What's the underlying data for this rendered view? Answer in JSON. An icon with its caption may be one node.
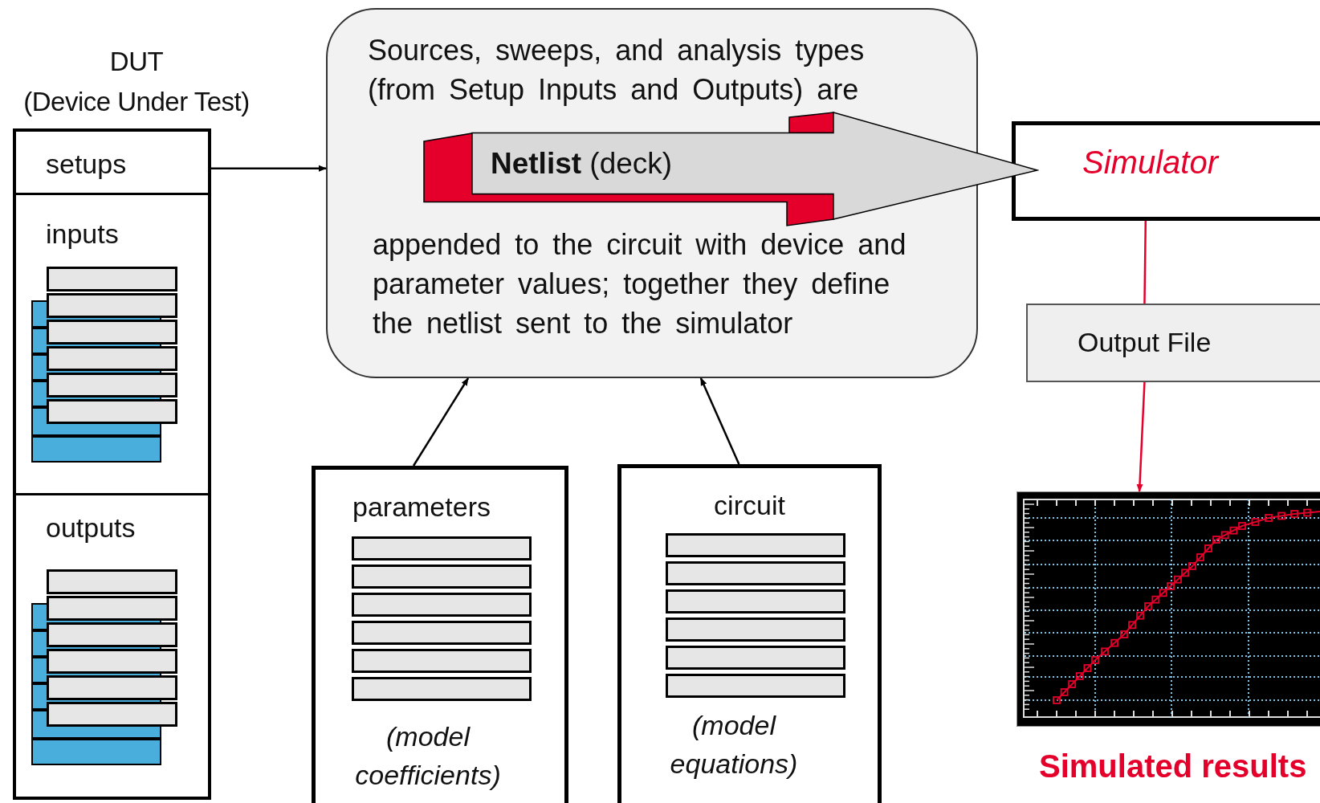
{
  "diagram": {
    "nodes": [
      {
        "text": [
          "DUT",
          "(Device Under Test)"
        ]
      },
      {
        "text": [
          "setups"
        ],
        "in": 0
      },
      {
        "text": [
          "inputs"
        ],
        "in": 0
      },
      {
        "text": [
          "outputs"
        ],
        "in": 0
      },
      {
        "text": [
          "Sources, sweeps, and analysis types (from Setup Inputs and Outputs) are",
          "appended to the circuit with device and parameter values; together they define the netlist sent to the simulator"
        ]
      },
      {
        "text": [
          "**Netlist** (deck)"
        ]
      },
      {
        "text": [
          "Simulator"
        ]
      },
      {
        "text": [
          "Output File"
        ]
      },
      {
        "text": [],
        "shape": "chart",
        "beside": [
          "Simulated results"
        ]
      },
      {
        "text": [
          "parameters",
          "(model coefficients)"
        ]
      },
      {
        "text": [
          "circuit",
          "(model equations)"
        ]
      }
    ],
    "edges": [
      {
        "from": 1,
        "to": 4,
        "arrow": "to"
      },
      {
        "from": 6,
        "to": 7,
        "arrow": "none",
        "color": "#e4002b"
      },
      {
        "from": 7,
        "to": 8,
        "arrow": "to",
        "color": "#e4002b"
      },
      {
        "from": 9,
        "to": 4,
        "arrow": "to"
      },
      {
        "from": 10,
        "to": 4,
        "arrow": "to"
      }
    ]
  }
}
